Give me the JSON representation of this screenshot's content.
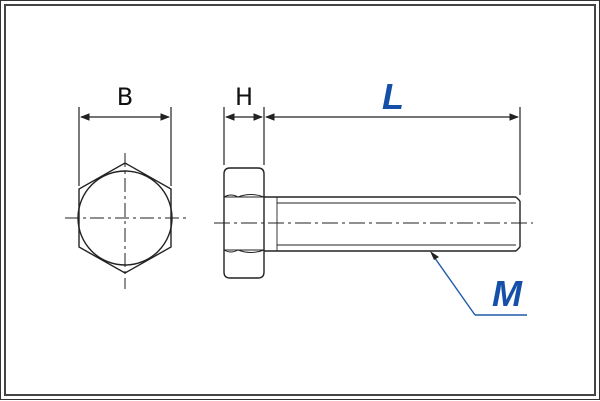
{
  "labels": {
    "width_across_flats": "B",
    "head_height": "H",
    "length": "L",
    "thread": "M"
  },
  "colors": {
    "line": "#222222",
    "label": "#111111",
    "accent_label": "#1550a8",
    "leader": "#1e5aa8"
  }
}
